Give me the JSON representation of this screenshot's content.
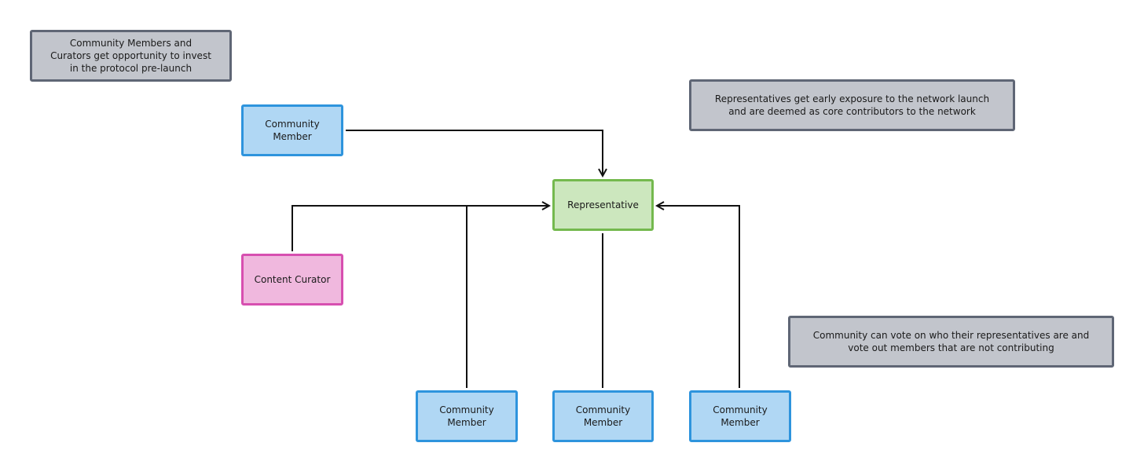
{
  "notes": {
    "invest": "Community Members and Curators get opportunity to invest in the protocol pre-launch",
    "exposure": "Representatives get early exposure to the network launch and are deemed as core contributors to the network",
    "vote": "Community can vote on who their representatives are and vote out members that are not contributing"
  },
  "nodes": {
    "representative": "Representative",
    "content_curator": "Content Curator",
    "member_top": "Community Member",
    "member_bottom_left": "Community Member",
    "member_bottom_center": "Community Member",
    "member_bottom_right": "Community Member"
  },
  "colors": {
    "note_fill": "#c2c5cc",
    "note_border": "#5f6675",
    "member_fill": "#b0d7f4",
    "member_border": "#2e94dd",
    "representative_fill": "#cce7be",
    "representative_border": "#74b94e",
    "curator_fill": "#f0b8de",
    "curator_border": "#d74fb0",
    "connector": "#111111"
  }
}
